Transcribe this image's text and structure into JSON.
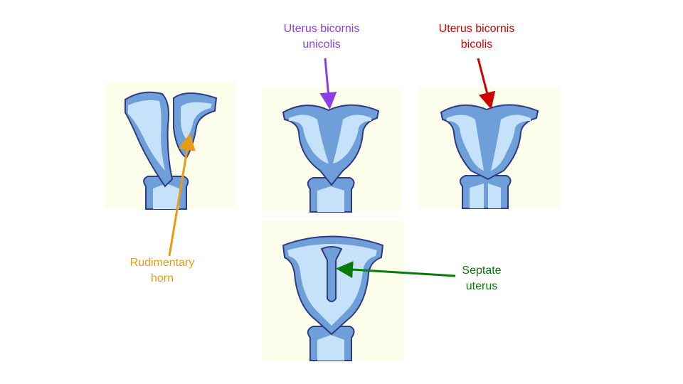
{
  "labels": {
    "bicornis_unicolis": "Uterus bicornis\nunicolis",
    "bicornis_bicolis": "Uterus bicornis\nbicolis",
    "rudimentary_horn": "Rudimentary\nhorn",
    "septate_uterus": "Septate\nuterus"
  },
  "colors": {
    "panel_background": "#fdfdec",
    "cavity": "#c6e2fa",
    "wall": "#6e9fd8",
    "outline": "#2f3c84",
    "bicornis_unicolis_label": "#8a3ee6",
    "bicornis_bicolis_label": "#d00000",
    "rudimentary_horn_label": "#e89c14",
    "septate_uterus_label": "#087a08"
  }
}
